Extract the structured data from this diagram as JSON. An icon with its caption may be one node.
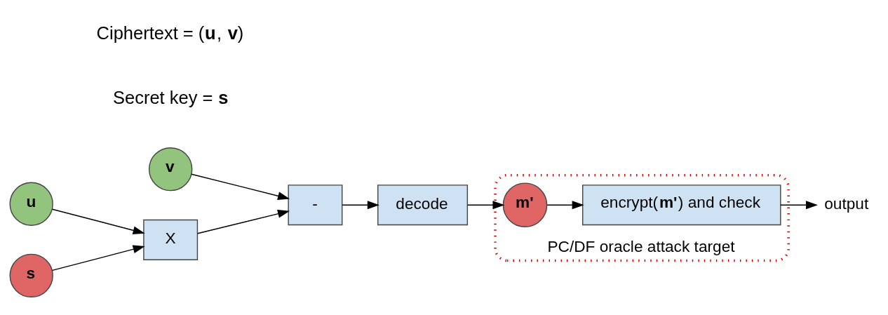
{
  "diagram": {
    "nodes": [
      {
        "text": [
          "v"
        ]
      },
      {
        "text": [
          "u"
        ]
      },
      {
        "text": [
          "s"
        ]
      },
      {
        "text": [
          "X"
        ]
      },
      {
        "text": [
          "-"
        ]
      },
      {
        "text": [
          "decode"
        ]
      },
      {
        "text": [
          "PC/DF oracle attack target"
        ]
      },
      {
        "text": [
          "m'"
        ],
        "in": 6
      },
      {
        "text": [
          "encrypt(**m'**) and check"
        ],
        "in": 6
      },
      {
        "text": [
          "output"
        ]
      }
    ],
    "edges": [
      {
        "from": 0,
        "to": 4,
        "arrow": "to"
      },
      {
        "from": 1,
        "to": 3,
        "arrow": "to"
      },
      {
        "from": 2,
        "to": 3,
        "arrow": "to"
      },
      {
        "from": 3,
        "to": 4,
        "arrow": "to"
      },
      {
        "from": 4,
        "to": 5,
        "arrow": "to"
      },
      {
        "from": 5,
        "to": 7,
        "arrow": "to"
      },
      {
        "from": 7,
        "to": 8,
        "arrow": "to"
      },
      {
        "from": 8,
        "to": 9,
        "arrow": "to"
      }
    ],
    "labels": [
      "Ciphertext = (**u**, **v**)",
      "Secret key = **s**"
    ]
  }
}
